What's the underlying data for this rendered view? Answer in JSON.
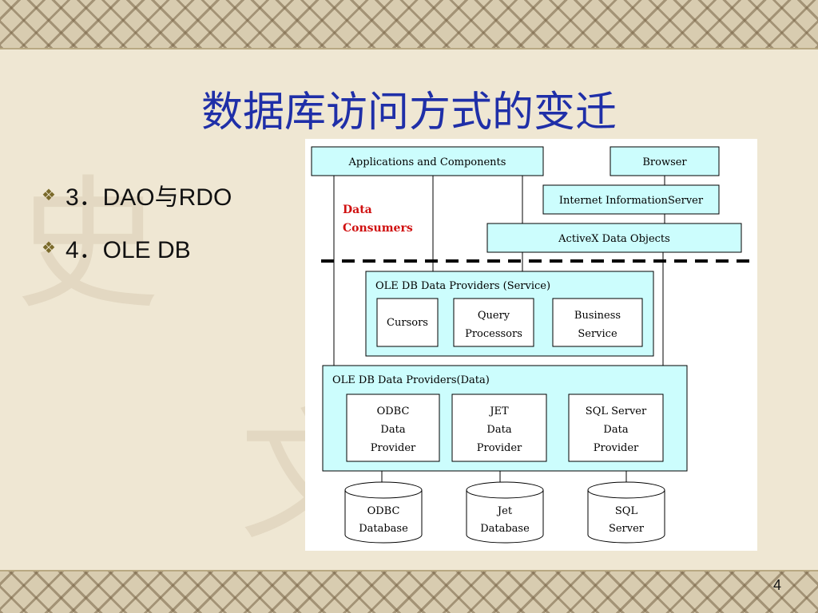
{
  "slide": {
    "title": "数据库访问方式的变迁",
    "bullets": [
      {
        "text": "3．DAO与RDO"
      },
      {
        "text": "4．OLE DB"
      }
    ],
    "page_number": "4"
  },
  "diagram": {
    "top_boxes": {
      "apps": "Applications and Components",
      "browser": "Browser",
      "iis": "Internet InformationServer",
      "ado": "ActiveX Data Objects"
    },
    "consumers_label": [
      "Data",
      "Consumers"
    ],
    "service_providers": {
      "title": "OLE DB Data Providers (Service)",
      "cursors": [
        "Cursors"
      ],
      "query": [
        "Query",
        "Processors"
      ],
      "business": [
        "Business",
        "Service"
      ]
    },
    "data_providers": {
      "title": "OLE DB Data Providers(Data)",
      "odbc": [
        "ODBC",
        "Data",
        "Provider"
      ],
      "jet": [
        "JET",
        "Data",
        "Provider"
      ],
      "sql": [
        "SQL Server",
        "Data",
        "Provider"
      ]
    },
    "databases": {
      "odbc": [
        "ODBC",
        "Database"
      ],
      "jet": [
        "Jet",
        "Database"
      ],
      "sql": [
        "SQL",
        "Server"
      ]
    },
    "colors": {
      "box_fill": "#ccfdfd",
      "consumers_text": "#d01010",
      "title": "#1f2fa8"
    }
  }
}
